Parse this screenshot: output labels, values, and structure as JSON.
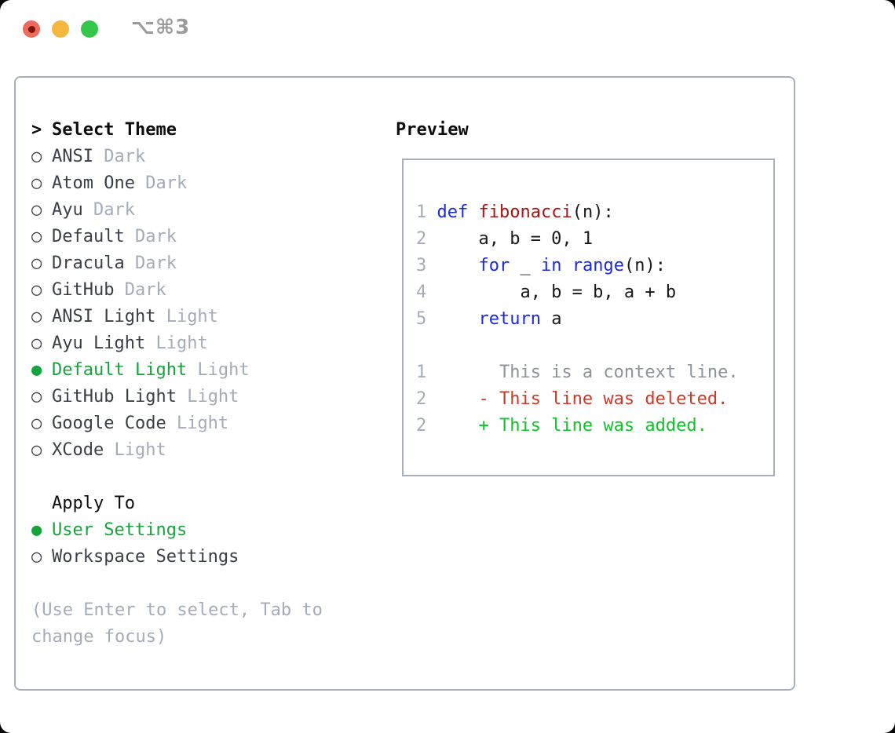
{
  "window": {
    "shortcut_label": "⌥⌘3",
    "traffic_lights": [
      "close",
      "minimize",
      "zoom"
    ]
  },
  "theme_panel": {
    "title_prefix": ">",
    "title": "Select Theme",
    "items": [
      {
        "name": "ANSI",
        "variant": "Dark",
        "selected": false
      },
      {
        "name": "Atom One",
        "variant": "Dark",
        "selected": false
      },
      {
        "name": "Ayu",
        "variant": "Dark",
        "selected": false
      },
      {
        "name": "Default",
        "variant": "Dark",
        "selected": false
      },
      {
        "name": "Dracula",
        "variant": "Dark",
        "selected": false
      },
      {
        "name": "GitHub",
        "variant": "Dark",
        "selected": false
      },
      {
        "name": "ANSI Light",
        "variant": "Light",
        "selected": false
      },
      {
        "name": "Ayu Light",
        "variant": "Light",
        "selected": false
      },
      {
        "name": "Default Light",
        "variant": "Light",
        "selected": true
      },
      {
        "name": "GitHub Light",
        "variant": "Light",
        "selected": false
      },
      {
        "name": "Google Code",
        "variant": "Light",
        "selected": false
      },
      {
        "name": "XCode",
        "variant": "Light",
        "selected": false
      }
    ],
    "radio_unselected": "○",
    "radio_selected": "●",
    "apply_to": {
      "title": "Apply To",
      "options": [
        {
          "label": "User Settings",
          "selected": true
        },
        {
          "label": "Workspace Settings",
          "selected": false
        }
      ]
    },
    "hint_line1": "(Use Enter to select, Tab to",
    "hint_line2": "change focus)"
  },
  "preview": {
    "title": "Preview",
    "code_lines": [
      {
        "num": "1",
        "kind": "code",
        "tokens": [
          {
            "text": "def",
            "style": "keyword"
          },
          {
            "text": " ",
            "style": "plain"
          },
          {
            "text": "fibonacci",
            "style": "function"
          },
          {
            "text": "(n):",
            "style": "plain"
          }
        ]
      },
      {
        "num": "2",
        "kind": "code",
        "tokens": [
          {
            "text": "    a, b = 0, 1",
            "style": "plain"
          }
        ]
      },
      {
        "num": "3",
        "kind": "code",
        "tokens": [
          {
            "text": "    ",
            "style": "plain"
          },
          {
            "text": "for",
            "style": "keyword"
          },
          {
            "text": " _ ",
            "style": "plain"
          },
          {
            "text": "in",
            "style": "keyword"
          },
          {
            "text": " ",
            "style": "plain"
          },
          {
            "text": "range",
            "style": "keyword"
          },
          {
            "text": "(n):",
            "style": "plain"
          }
        ]
      },
      {
        "num": "4",
        "kind": "code",
        "tokens": [
          {
            "text": "        a, b = b, a + b",
            "style": "plain"
          }
        ]
      },
      {
        "num": "5",
        "kind": "code",
        "tokens": [
          {
            "text": "    ",
            "style": "plain"
          },
          {
            "text": "return",
            "style": "keyword"
          },
          {
            "text": " a",
            "style": "plain"
          }
        ]
      },
      {
        "num": "",
        "kind": "blank",
        "tokens": []
      },
      {
        "num": "1",
        "kind": "diff-context",
        "tokens": [
          {
            "text": "      This is a context line.",
            "style": "context"
          }
        ]
      },
      {
        "num": "2",
        "kind": "diff-deleted",
        "tokens": [
          {
            "text": "    - This line was deleted.",
            "style": "deleted"
          }
        ]
      },
      {
        "num": "2",
        "kind": "diff-added",
        "tokens": [
          {
            "text": "    + This line was added.",
            "style": "added"
          }
        ]
      }
    ]
  },
  "colors": {
    "window_bg": "#ffffff",
    "border": "#a8afba",
    "heading": "#0d0d0d",
    "item_text": "#3a3f47",
    "muted": "#a4acb9",
    "select_green": "#16a33c",
    "tl_red": "#ee6a5e",
    "tl_red_dot": "#7c150c",
    "tl_yellow": "#f6b73f",
    "tl_green": "#34c748",
    "shortcut_gray": "#9b9b9b",
    "code_plain": "#16181c",
    "keyword_blue": "#1b2ae0",
    "function_red": "#a81414",
    "ctx_gray": "#8d939b",
    "del_red": "#c73c28",
    "add_green": "#13c12b"
  }
}
